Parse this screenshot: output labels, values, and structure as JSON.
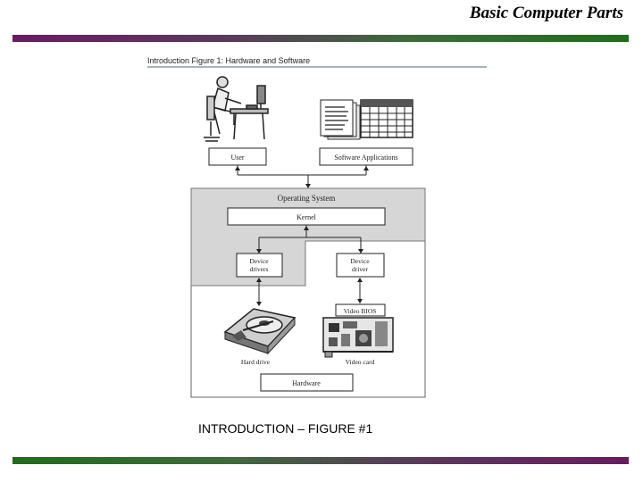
{
  "header": {
    "title": "Basic Computer Parts"
  },
  "figure": {
    "title": "Introduction Figure 1:  Hardware and Software",
    "user_label": "User",
    "software_label": "Software Applications",
    "os_label": "Operating System",
    "kernel_label": "Kernel",
    "device_drivers_label_1": "Device",
    "device_drivers_label_2": "drivers",
    "device_driver_label_1": "Device",
    "device_driver_label_2": "driver",
    "video_bios_label": "Video BIOS",
    "hard_drive_label": "Hard drive",
    "video_card_label": "Video card",
    "hardware_label": "Hardware"
  },
  "caption": "INTRODUCTION – FIGURE #1",
  "colors": {
    "bar_purple": "#6b1a63",
    "bar_green": "#1f6e1c",
    "os_gray": "#d6d6d6"
  }
}
